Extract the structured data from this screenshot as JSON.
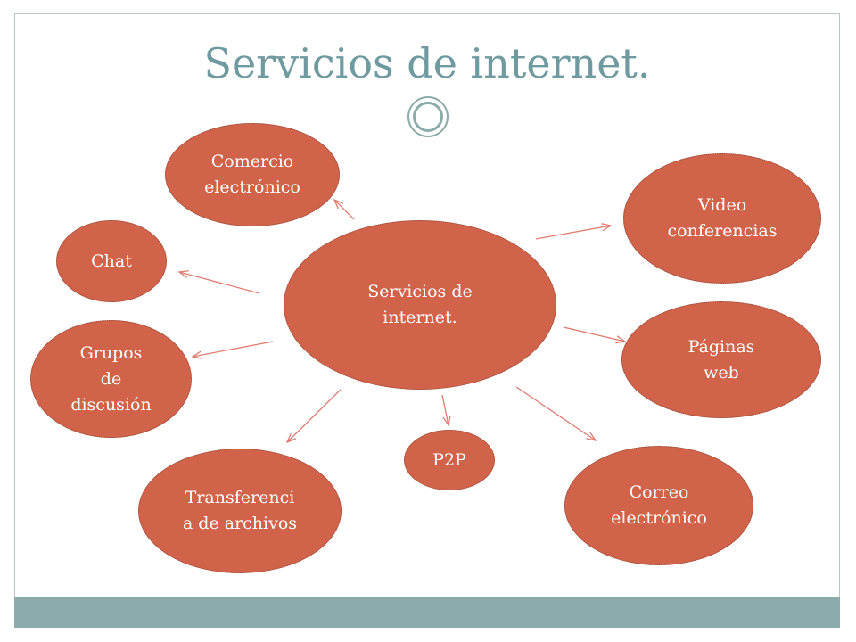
{
  "title": "Servicios de internet.",
  "colors": {
    "node_fill": "#d0634a",
    "arrow": "#e07b70",
    "title": "#6f9aa0",
    "accent": "#8cacab"
  },
  "diagram": {
    "center": {
      "line1": "Servicios de",
      "line2": "internet."
    },
    "nodes": [
      {
        "id": "comercio",
        "line1": "Comercio",
        "line2": "electrónico"
      },
      {
        "id": "video",
        "line1": "Video",
        "line2": "conferencias"
      },
      {
        "id": "chat",
        "line1": "Chat"
      },
      {
        "id": "paginas",
        "line1": "Páginas",
        "line2": "web"
      },
      {
        "id": "grupos",
        "line1": "Grupos",
        "line2": "de",
        "line3": "discusión"
      },
      {
        "id": "p2p",
        "line1": "P2P"
      },
      {
        "id": "transferencia",
        "line1": "Transferenci",
        "line2": "a de archivos"
      },
      {
        "id": "correo",
        "line1": "Correo",
        "line2": "electrónico"
      }
    ]
  }
}
